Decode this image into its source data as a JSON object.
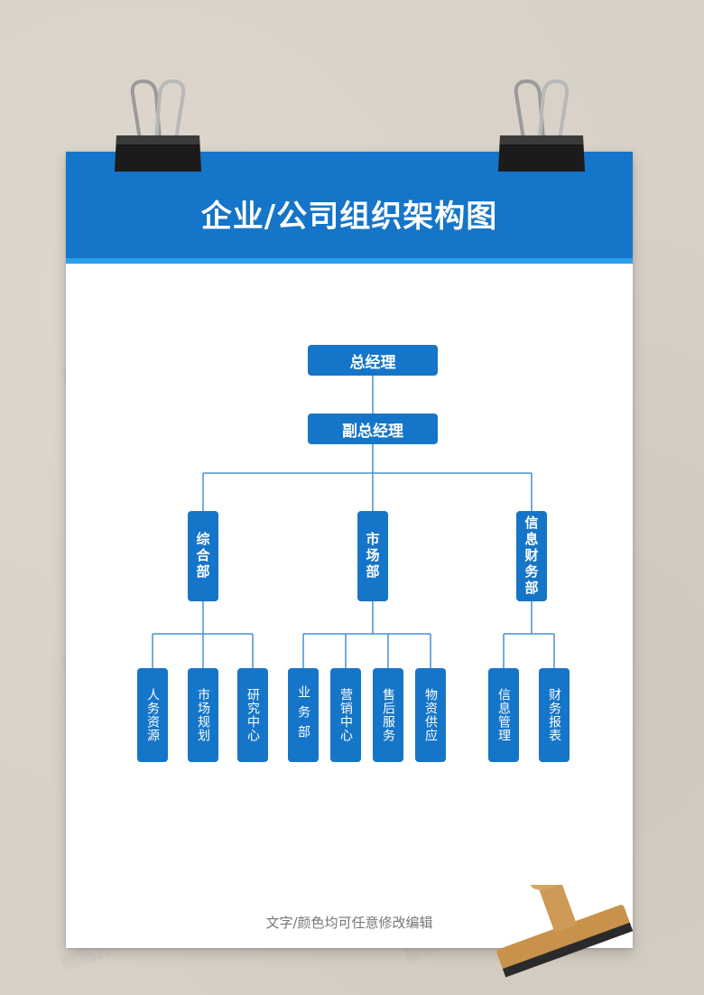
{
  "title": "企业/公司组织架构图",
  "footer_note": "文字/颜色均可任意修改编辑",
  "watermark": "熊猫办公 TUKUPPT.COM",
  "colors": {
    "header_blue": "#1575c8",
    "header_stripe": "#2aa0ea",
    "node_blue": "#1575c8",
    "line_blue": "#4a8fd0"
  },
  "org": {
    "ceo": "总经理",
    "vice": "副总经理",
    "departments": [
      {
        "name": "综合部",
        "children": [
          "人务资源",
          "市场规划",
          "研究中心"
        ]
      },
      {
        "name": "市场部",
        "children": [
          "业务部",
          "营销中心",
          "售后服务",
          "物资供应"
        ]
      },
      {
        "name": "信息财务部",
        "children": [
          "信息管理",
          "财务报表"
        ]
      }
    ]
  }
}
